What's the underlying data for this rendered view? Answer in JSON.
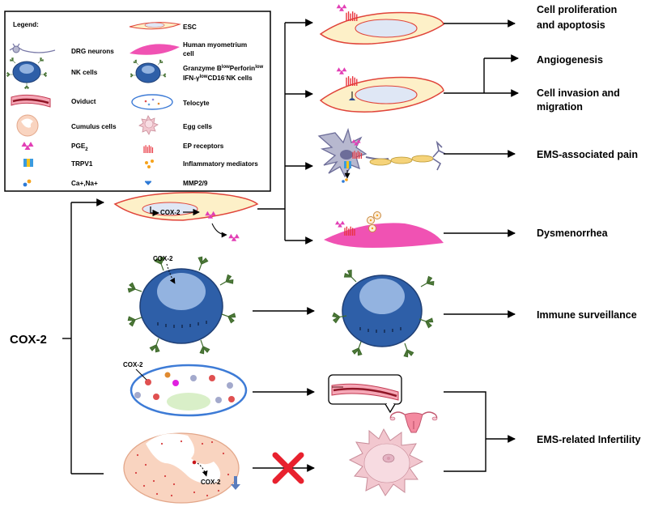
{
  "legend": {
    "title": "Legend:",
    "items": {
      "drg": "DRG neurons",
      "nk": "NK cells",
      "oviduct": "Oviduct",
      "cumulus": "Cumulus cells",
      "pge2": "PGE",
      "pge2_sub": "2",
      "trpv1": "TRPV1",
      "ions": "Ca+,Na+",
      "esc": "ESC",
      "myo_1": "Human myometrium",
      "myo_2": "cell",
      "gz_1a": "Granzyme B",
      "gz_1b": "low",
      "gz_1c": "Perforin",
      "gz_1d": "low",
      "gz_2a": "IFN-γ",
      "gz_2b": "low",
      "gz_2c": "CD16",
      "gz_2d": "-",
      "gz_2e": "NK cells",
      "telocyte": "Telocyte",
      "egg": "Egg cells",
      "ep": "EP receptors",
      "inflam": "Inflammatory mediators",
      "mmp": "MMP2/9"
    }
  },
  "main_label": "COX-2",
  "cox2_tags": {
    "esc": "COX-2",
    "nk": "COX-2",
    "telocyte": "COX-2",
    "cumulus": "COX-2"
  },
  "outcomes": {
    "prolif_1": "Cell proliferation",
    "prolif_2": "and apoptosis",
    "angio": "Angiogenesis",
    "invasion_1": "Cell invasion and",
    "invasion_2": "migration",
    "pain": "EMS-associated pain",
    "dysmen": "Dysmenorrhea",
    "immune": "Immune surveillance",
    "infert": "EMS-related Infertility"
  },
  "colors": {
    "esc_fill": "#fdf0c8",
    "esc_border": "#e0443a",
    "esc_nucleus": "#dfe7f5",
    "nk_body": "#2e5fa8",
    "nk_nucleus": "#93b3e0",
    "receptor": "#4f7a3a",
    "pge2": "#e23fb5",
    "ep_receptor": "#e8303a",
    "myometrium": "#f052b3",
    "cumulus": "#f9d4c0",
    "egg": "#f2c7cf",
    "block_x": "#e8212e",
    "down_arrow": "#5a7dbd"
  }
}
